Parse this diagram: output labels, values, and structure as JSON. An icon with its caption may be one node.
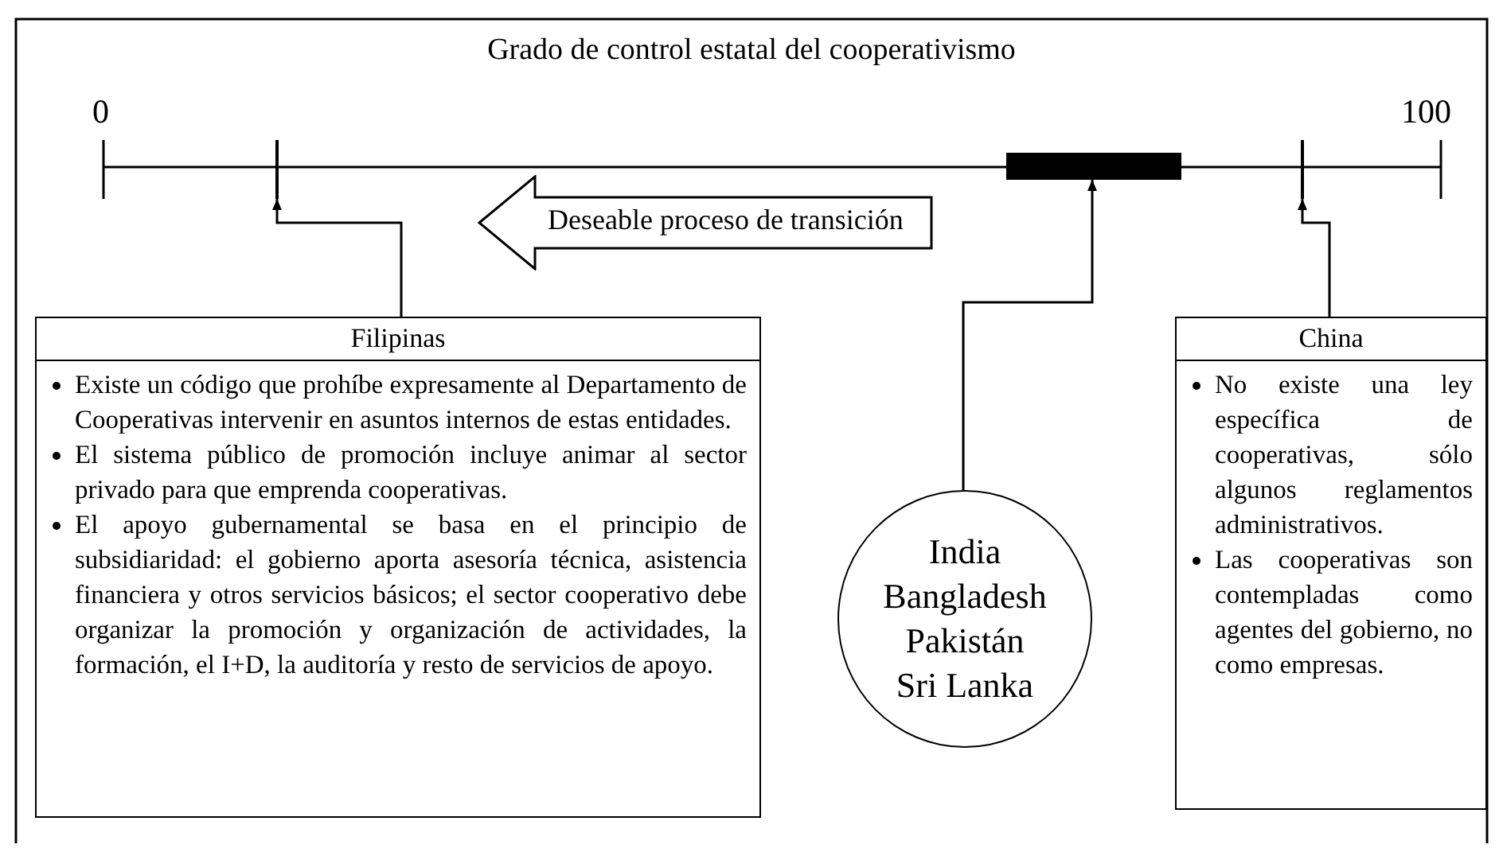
{
  "diagram": {
    "title": "Grado de control estatal del cooperativismo",
    "nodes": [
      {
        "text": [
          "Filipinas",
          "Existe un código que prohíbe expresamente al Departamento de Cooperativas intervenir en asuntos internos de estas entidades.",
          "El sistema público de promoción incluye animar al sector privado para que emprenda cooperativas.",
          "El apoyo gubernamental se basa en el principio de subsidiaridad: el gobierno aporta asesoría técnica, asistencia financiera y otros servicios básicos; el sector cooperativo debe organizar la promoción y organización de actividades, la formación, el I+D, la auditoría y resto de servicios de apoyo."
        ]
      },
      {
        "text": [
          "India",
          "Bangladesh",
          "Pakistán",
          "Sri Lanka"
        ]
      },
      {
        "text": [
          "China",
          "No existe una ley específica de cooperativas, sólo algunos reglamentos administrativos.",
          "Las cooperativas son contempladas como agentes del gobierno, no como empresas."
        ]
      },
      {
        "text": [
          "Deseable proceso de transición"
        ]
      },
      {
        "text": [],
        "shape": "line"
      },
      {
        "text": [],
        "shape": "bar"
      },
      {
        "text": [],
        "shape": "line"
      }
    ],
    "edges": [
      {
        "from": 0,
        "to": 4,
        "arrow": "to"
      },
      {
        "from": 1,
        "to": 5,
        "arrow": "to"
      },
      {
        "from": 2,
        "to": 6,
        "arrow": "to"
      }
    ],
    "labels": [
      "0",
      "100"
    ]
  }
}
